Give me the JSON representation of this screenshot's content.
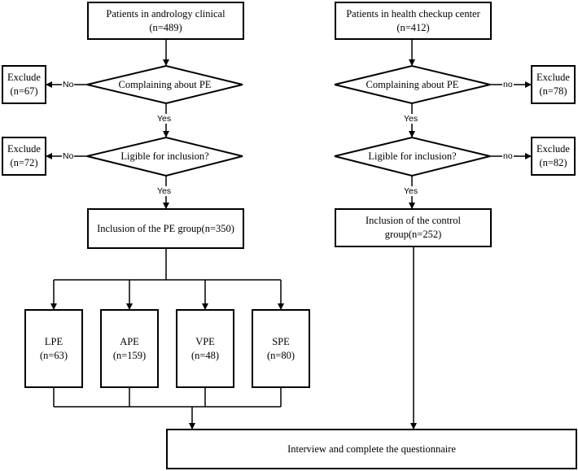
{
  "nodes": {
    "andrology_title": "Patients in andrology clinical",
    "andrology_count": "(n=489)",
    "health_title": "Patients in health checkup center",
    "health_count": "(n=412)",
    "complain_left": "Complaining about PE",
    "complain_right": "Complaining about PE",
    "eligible_left": "Ligible for inclusion?",
    "eligible_right": "Ligible for inclusion?",
    "exclude_label": "Exclude",
    "exclude_l1_count": "(n=67)",
    "exclude_l2_count": "(n=72)",
    "exclude_r1_count": "(n=78)",
    "exclude_r2_count": "(n=82)",
    "pe_group": "Inclusion of the PE group(n=350)",
    "control_group_line1": "Inclusion of the control",
    "control_group_line2": "group(n=252)",
    "lpe_label": "LPE",
    "lpe_count": "(n=63)",
    "ape_label": "APE",
    "ape_count": "(n=159)",
    "vpe_label": "VPE",
    "vpe_count": "(n=48)",
    "spe_label": "SPE",
    "spe_count": "(n=80)",
    "interview": "Interview and complete the questionnaire"
  },
  "edge_labels": {
    "left_no_1": "No",
    "left_no_2": "No",
    "left_yes_1": "Yes",
    "left_yes_2": "Yes",
    "right_no_1": "no",
    "right_no_2": "no",
    "right_yes_1": "Yes",
    "right_yes_2": "Yes"
  }
}
